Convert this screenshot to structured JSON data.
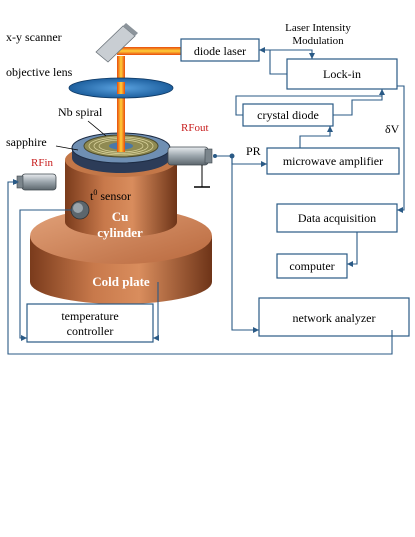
{
  "labels": {
    "xy_scanner": "x-y scanner",
    "objective_lens": "objective lens",
    "nb_spiral": "Nb spiral",
    "sapphire": "sapphire",
    "rf_out": "RFout",
    "rf_in": "RFin",
    "t0_sensor_prefix": "t",
    "t0_sensor_sup": "0",
    "t0_sensor_suffix": " sensor",
    "cu_line1": "Cu",
    "cu_line2": "cylinder",
    "cold_plate": "Cold plate",
    "pr": "PR",
    "delta_v": "δV",
    "laser_mod_line1": "Laser Intensity",
    "laser_mod_line2": "Modulation"
  },
  "boxes": {
    "diode_laser": "diode laser",
    "lock_in": "Lock-in",
    "crystal_diode": "crystal diode",
    "microwave_amplifier": "microwave amplifier",
    "data_acquisition": "Data acquisition",
    "computer": "computer",
    "network_analyzer": "network analyzer",
    "temperature_controller_line1": "temperature",
    "temperature_controller_line2": "controller"
  },
  "colors": {
    "wire": "#2a5a86",
    "copper": "#b8693f",
    "laser_beam": "#f07a10",
    "rf_label": "#c81e1e",
    "lens": "#1f6fb5"
  }
}
